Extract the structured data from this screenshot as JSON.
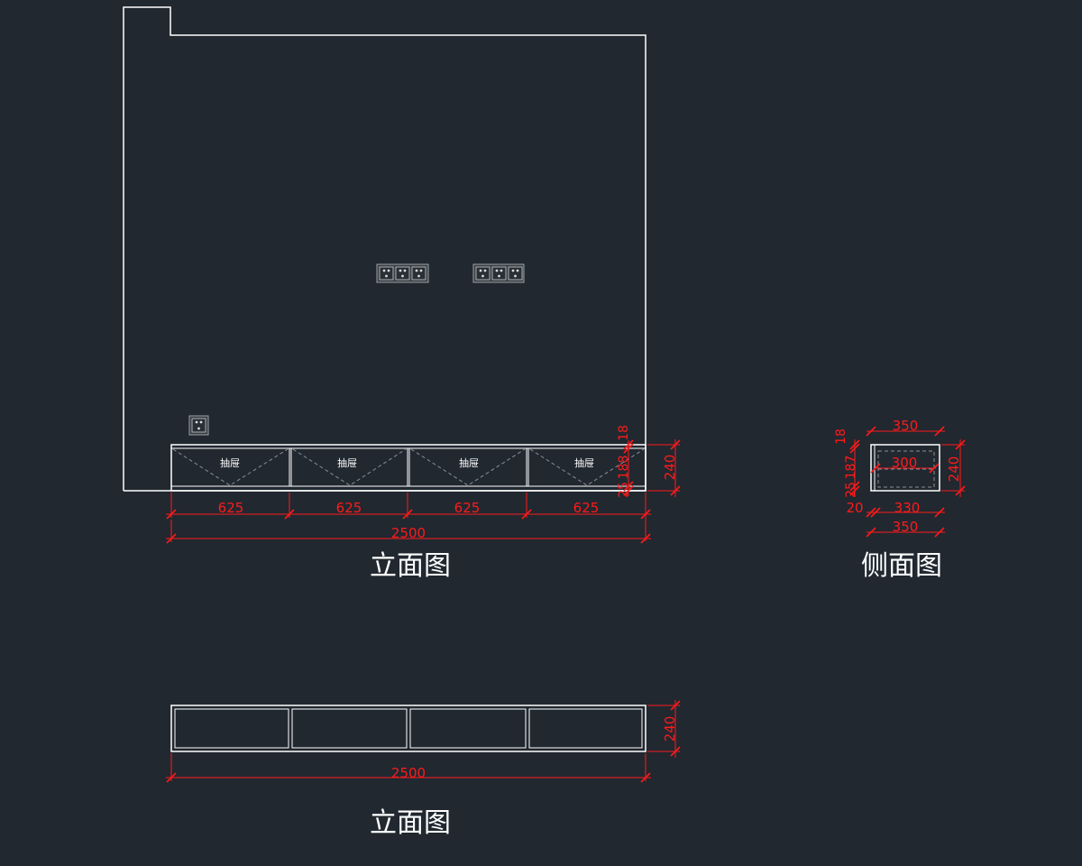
{
  "elevation_front": {
    "title": "立面图",
    "drawer_labels": [
      "抽屉",
      "抽屉",
      "抽屉",
      "抽屉"
    ],
    "dims": {
      "segments": [
        "625",
        "625",
        "625",
        "625"
      ],
      "total": "2500",
      "height_right": "240",
      "stack_top": "18",
      "stack_mid": "188",
      "stack_bot": "25"
    }
  },
  "elevation_side": {
    "title": "侧面图",
    "dims": {
      "top_outer": "350",
      "inner_width": "300",
      "height_right": "240",
      "left_top": "18",
      "left_mid": "187",
      "left_bot": "25",
      "bottom_left": "20",
      "bottom_inner": "330",
      "bottom_outer": "350"
    }
  },
  "elevation_lower": {
    "title": "立面图",
    "dims": {
      "total": "2500",
      "height_right": "240"
    }
  },
  "colors": {
    "background": "#212830",
    "lines": "#ffffff",
    "dimensions": "#ff1a1a"
  }
}
